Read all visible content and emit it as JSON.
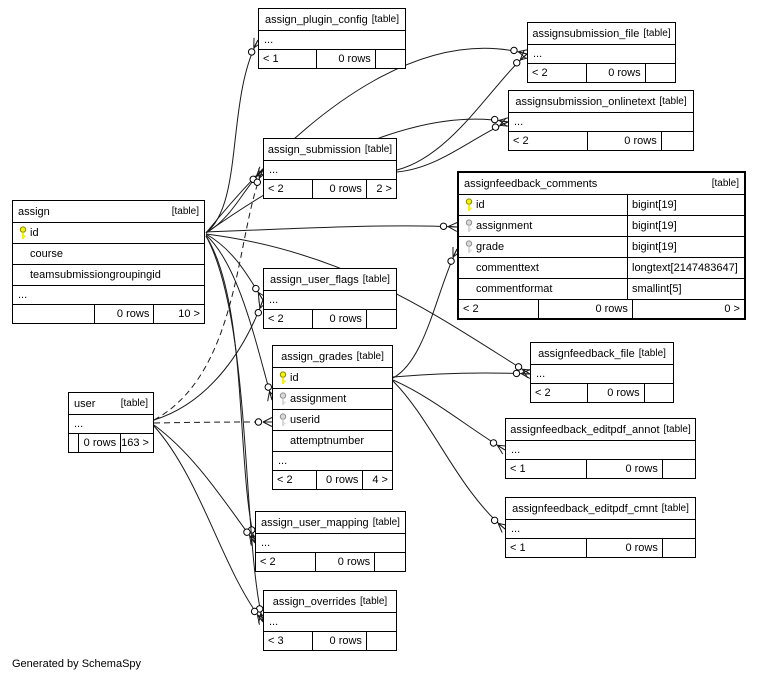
{
  "page": {
    "footer_note": "Generated by SchemaSpy"
  },
  "colors": {
    "pk_key": "#f2f20a",
    "fk_key": "#d9d9d9",
    "border": "#000000",
    "background": "#ffffff",
    "line": "#1a1a1a"
  },
  "tables": {
    "assign_plugin_config": {
      "name": "assign_plugin_config",
      "tag": "[table]",
      "columns": [
        {
          "name": "..."
        }
      ],
      "footer": {
        "left": "< 1",
        "mid": "0 rows",
        "right": ""
      }
    },
    "assignsubmission_file": {
      "name": "assignsubmission_file",
      "tag": "[table]",
      "columns": [
        {
          "name": "..."
        }
      ],
      "footer": {
        "left": "< 2",
        "mid": "0 rows",
        "right": ""
      }
    },
    "assignsubmission_onlinetext": {
      "name": "assignsubmission_onlinetext",
      "tag": "[table]",
      "columns": [
        {
          "name": "..."
        }
      ],
      "footer": {
        "left": "< 2",
        "mid": "0 rows",
        "right": ""
      }
    },
    "assign_submission": {
      "name": "assign_submission",
      "tag": "[table]",
      "columns": [
        {
          "name": "..."
        }
      ],
      "footer": {
        "left": "< 2",
        "mid": "0 rows",
        "right": "2 >"
      }
    },
    "assign": {
      "name": "assign",
      "tag": "[table]",
      "columns": [
        {
          "name": "id",
          "key": "pk"
        },
        {
          "name": "course",
          "key": ""
        },
        {
          "name": "teamsubmissiongroupingid",
          "key": ""
        },
        {
          "name": "...",
          "key": ""
        }
      ],
      "footer": {
        "left": "",
        "mid": "0 rows",
        "right": "10 >"
      }
    },
    "assignfeedback_comments": {
      "name": "assignfeedback_comments",
      "tag": "[table]",
      "columns": [
        {
          "name": "id",
          "type": "bigint[19]",
          "key": "pk"
        },
        {
          "name": "assignment",
          "type": "bigint[19]",
          "key": "fk"
        },
        {
          "name": "grade",
          "type": "bigint[19]",
          "key": "fk"
        },
        {
          "name": "commenttext",
          "type": "longtext[2147483647]",
          "key": ""
        },
        {
          "name": "commentformat",
          "type": "smallint[5]",
          "key": ""
        }
      ],
      "footer": {
        "left": "< 2",
        "mid": "0 rows",
        "right": "0 >"
      }
    },
    "assign_user_flags": {
      "name": "assign_user_flags",
      "tag": "[table]",
      "columns": [
        {
          "name": "..."
        }
      ],
      "footer": {
        "left": "< 2",
        "mid": "0 rows",
        "right": ""
      }
    },
    "assign_grades": {
      "name": "assign_grades",
      "tag": "[table]",
      "columns": [
        {
          "name": "id",
          "key": "pk"
        },
        {
          "name": "assignment",
          "key": "fk"
        },
        {
          "name": "userid",
          "key": "fk"
        },
        {
          "name": "attemptnumber",
          "key": ""
        },
        {
          "name": "...",
          "key": ""
        }
      ],
      "footer": {
        "left": "< 2",
        "mid": "0 rows",
        "right": "4 >"
      }
    },
    "user": {
      "name": "user",
      "tag": "[table]",
      "columns": [
        {
          "name": "..."
        }
      ],
      "footer": {
        "left": "",
        "mid": "0 rows",
        "right": "163 >"
      }
    },
    "assignfeedback_file": {
      "name": "assignfeedback_file",
      "tag": "[table]",
      "columns": [
        {
          "name": "..."
        }
      ],
      "footer": {
        "left": "< 2",
        "mid": "0 rows",
        "right": ""
      }
    },
    "assignfeedback_editpdf_annot": {
      "name": "assignfeedback_editpdf_annot",
      "tag": "[table]",
      "columns": [
        {
          "name": "..."
        }
      ],
      "footer": {
        "left": "< 1",
        "mid": "0 rows",
        "right": ""
      }
    },
    "assignfeedback_editpdf_cmnt": {
      "name": "assignfeedback_editpdf_cmnt",
      "tag": "[table]",
      "columns": [
        {
          "name": "..."
        }
      ],
      "footer": {
        "left": "< 1",
        "mid": "0 rows",
        "right": ""
      }
    },
    "assign_user_mapping": {
      "name": "assign_user_mapping",
      "tag": "[table]",
      "columns": [
        {
          "name": "..."
        }
      ],
      "footer": {
        "left": "< 2",
        "mid": "0 rows",
        "right": ""
      }
    },
    "assign_overrides": {
      "name": "assign_overrides",
      "tag": "[table]",
      "columns": [
        {
          "name": "..."
        }
      ],
      "footer": {
        "left": "< 3",
        "mid": "0 rows",
        "right": ""
      }
    }
  },
  "relationships": [
    {
      "from": "assign",
      "to": "assign_plugin_config",
      "style": "solid"
    },
    {
      "from": "assign",
      "to": "assignsubmission_file",
      "style": "solid"
    },
    {
      "from": "assign",
      "to": "assignsubmission_onlinetext",
      "style": "solid"
    },
    {
      "from": "assign",
      "to": "assign_submission",
      "style": "solid"
    },
    {
      "from": "assign",
      "to": "assignfeedback_comments.assignment",
      "style": "solid"
    },
    {
      "from": "assign",
      "to": "assign_user_flags",
      "style": "solid"
    },
    {
      "from": "assign",
      "to": "assign_grades.assignment",
      "style": "solid"
    },
    {
      "from": "assign",
      "to": "assign_user_mapping",
      "style": "solid"
    },
    {
      "from": "assign",
      "to": "assign_overrides",
      "style": "solid"
    },
    {
      "from": "assign",
      "to": "assignfeedback_file",
      "style": "solid"
    },
    {
      "from": "assign_submission",
      "to": "assignsubmission_file",
      "style": "solid"
    },
    {
      "from": "assign_submission",
      "to": "assignsubmission_onlinetext",
      "style": "solid"
    },
    {
      "from": "user",
      "to": "assign_submission",
      "style": "dashed"
    },
    {
      "from": "user",
      "to": "assign_grades.userid",
      "style": "dashed"
    },
    {
      "from": "user",
      "to": "assign_user_flags",
      "style": "solid"
    },
    {
      "from": "user",
      "to": "assign_user_mapping",
      "style": "solid"
    },
    {
      "from": "user",
      "to": "assign_overrides",
      "style": "solid"
    },
    {
      "from": "assign_grades",
      "to": "assignfeedback_comments.grade",
      "style": "solid"
    },
    {
      "from": "assign_grades",
      "to": "assignfeedback_file",
      "style": "solid"
    },
    {
      "from": "assign_grades",
      "to": "assignfeedback_editpdf_annot",
      "style": "solid"
    },
    {
      "from": "assign_grades",
      "to": "assignfeedback_editpdf_cmnt",
      "style": "solid"
    }
  ]
}
